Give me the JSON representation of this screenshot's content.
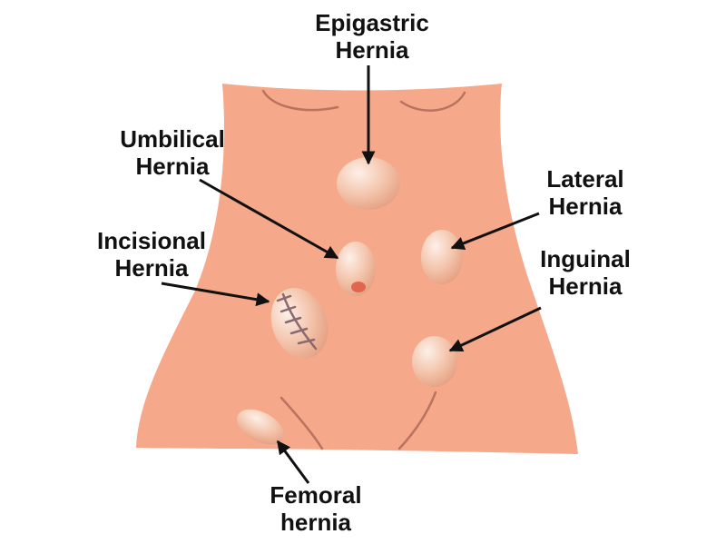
{
  "labels": {
    "epigastric": {
      "line1": "Epigastric",
      "line2": "Hernia"
    },
    "umbilical": {
      "line1": "Umbilical",
      "line2": "Hernia"
    },
    "lateral": {
      "line1": "Lateral",
      "line2": "Hernia"
    },
    "incisional": {
      "line1": "Incisional",
      "line2": "Hernia"
    },
    "inguinal": {
      "line1": "Inguinal",
      "line2": "Hernia"
    },
    "femoral": {
      "line1": "Femoral",
      "line2": "hernia"
    }
  },
  "colors": {
    "skin": "#f6a98a",
    "skin_line": "#b9735f",
    "bulge_light": "#fbe3d6",
    "bulge_mid": "#f3c1a7",
    "bulge_dark": "#e29a7c",
    "arrow": "#111111",
    "stitch": "#8a6a70",
    "navel": "#e0664d"
  }
}
